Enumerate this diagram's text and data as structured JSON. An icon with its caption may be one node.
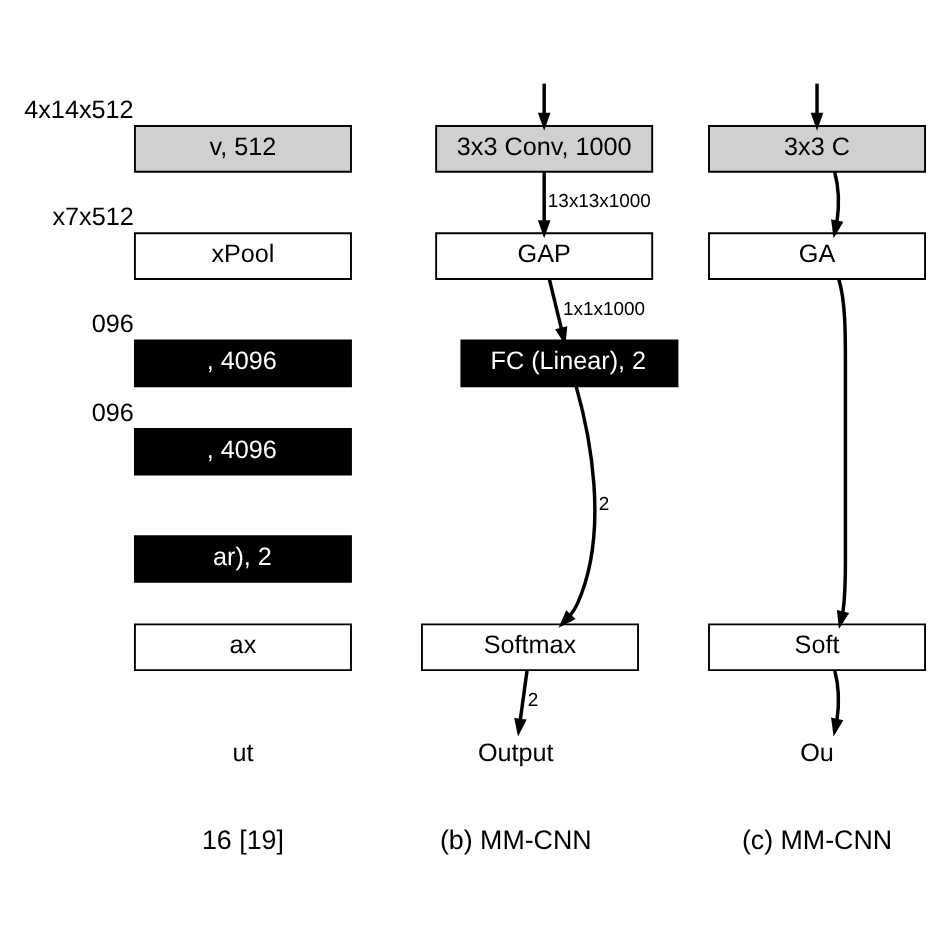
{
  "diagram": {
    "nodes": [
      {
        "text": [
          "v, 512"
        ],
        "beside": [
          "4x14x512"
        ]
      },
      {
        "text": [
          "xPool"
        ],
        "beside": [
          "x7x512"
        ]
      },
      {
        "text": [
          ", 4096"
        ],
        "beside": [
          "096"
        ]
      },
      {
        "text": [
          ", 4096"
        ],
        "beside": [
          "096"
        ]
      },
      {
        "text": [
          "ar), 2"
        ]
      },
      {
        "text": [
          "ax"
        ]
      },
      {
        "text": [
          "ut"
        ]
      },
      {
        "text": [
          "3x3 Conv, 1000"
        ]
      },
      {
        "text": [
          "GAP"
        ]
      },
      {
        "text": [
          "FC (Linear), 2"
        ]
      },
      {
        "text": [
          "Softmax"
        ]
      },
      {
        "text": [
          "Output"
        ]
      },
      {
        "text": [
          "3x3 C"
        ]
      },
      {
        "text": [
          "GA"
        ]
      },
      {
        "text": [
          "Soft"
        ]
      },
      {
        "text": [
          "Ou"
        ]
      }
    ],
    "edges": [
      {
        "from": null,
        "to": 7,
        "arrow": "to"
      },
      {
        "from": 7,
        "to": 8,
        "arrow": "to",
        "label": "13x13x1000"
      },
      {
        "from": 8,
        "to": 9,
        "arrow": "to",
        "label": "1x1x1000"
      },
      {
        "from": 9,
        "to": 10,
        "arrow": "to",
        "label": "2"
      },
      {
        "from": 10,
        "to": 11,
        "arrow": "to",
        "label": "2"
      },
      {
        "from": null,
        "to": 12,
        "arrow": "to"
      },
      {
        "from": 12,
        "to": 13,
        "arrow": "to"
      },
      {
        "from": 13,
        "to": 14,
        "arrow": "to"
      },
      {
        "from": 14,
        "to": 15,
        "arrow": "to"
      }
    ],
    "labels": [
      "16 [19]",
      "(b) MM-CNN",
      "(c) MM-CNN"
    ]
  }
}
